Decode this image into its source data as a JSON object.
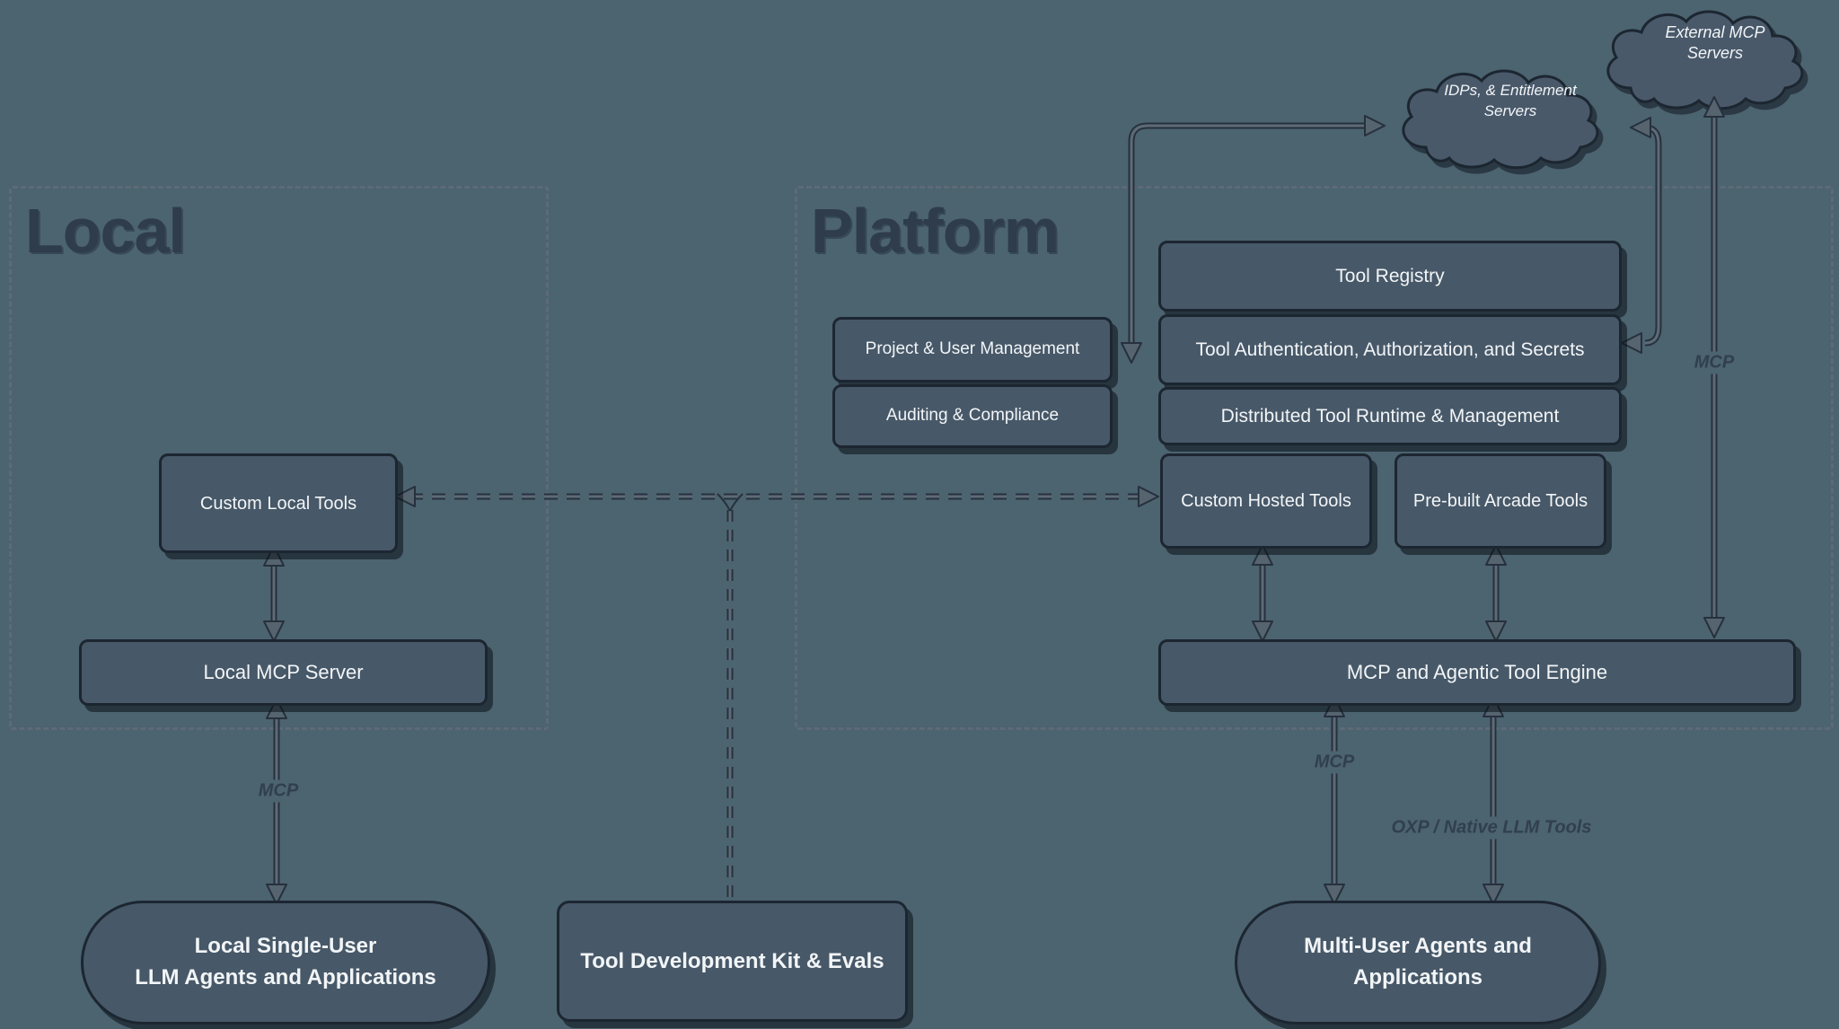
{
  "colors": {
    "background": "#4c6370",
    "box_fill": "#475868",
    "box_border": "#1c2631",
    "box_text": "#f2f5f7",
    "region_title": "#2e3c4b",
    "connector": "#56646f"
  },
  "containers": {
    "local": {
      "title": "Local"
    },
    "platform": {
      "title": "Platform"
    }
  },
  "clouds": {
    "external_mcp_servers": {
      "label": "External MCP Servers"
    },
    "idp_entitlement": {
      "line1": "IDPs, & Entitlement",
      "line2": "Servers"
    }
  },
  "nodes": {
    "custom_local_tools": {
      "label": "Custom Local Tools"
    },
    "local_mcp_server": {
      "label": "Local MCP Server"
    },
    "local_single_user_agents": {
      "line1": "Local Single-User",
      "line2": "LLM Agents and Applications"
    },
    "tool_development_kit": {
      "label": "Tool Development Kit & Evals"
    },
    "project_user_management": {
      "label": "Project & User Management"
    },
    "auditing_compliance": {
      "label": "Auditing & Compliance"
    },
    "tool_registry": {
      "label": "Tool Registry"
    },
    "tool_authentication": {
      "label": "Tool Authentication, Authorization, and Secrets"
    },
    "distributed_tool_runtime": {
      "label": "Distributed Tool Runtime & Management"
    },
    "custom_hosted_tools": {
      "label": "Custom Hosted Tools"
    },
    "prebuilt_arcade_tools": {
      "label": "Pre-built Arcade Tools"
    },
    "mcp_agentic_tool_engine": {
      "label": "MCP and Agentic Tool Engine"
    },
    "multi_user_agents": {
      "line1": "Multi-User Agents and",
      "line2": "Applications"
    }
  },
  "edge_labels": {
    "local_mcp": "MCP",
    "engine_mcp": "MCP",
    "external_mcp": "MCP",
    "oxp_native": "OXP / Native LLM Tools"
  }
}
